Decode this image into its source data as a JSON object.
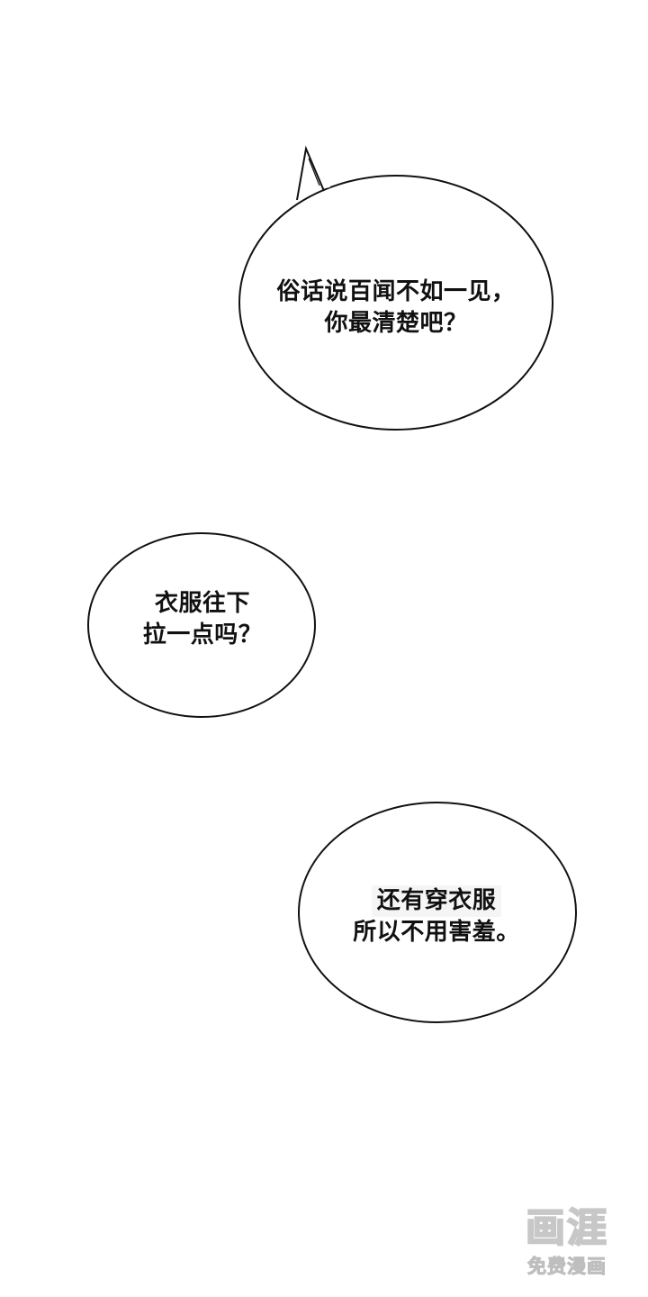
{
  "bubbles": [
    {
      "lines": [
        "俗话说百闻不如一见，",
        "你最清楚吧？"
      ]
    },
    {
      "lines": [
        "衣服往下",
        "拉一点吗？"
      ]
    },
    {
      "lines": [
        "还有穿衣服",
        "所以不用害羞。"
      ]
    }
  ],
  "watermark": {
    "logo": "画涯",
    "subtitle": "免费漫画"
  }
}
